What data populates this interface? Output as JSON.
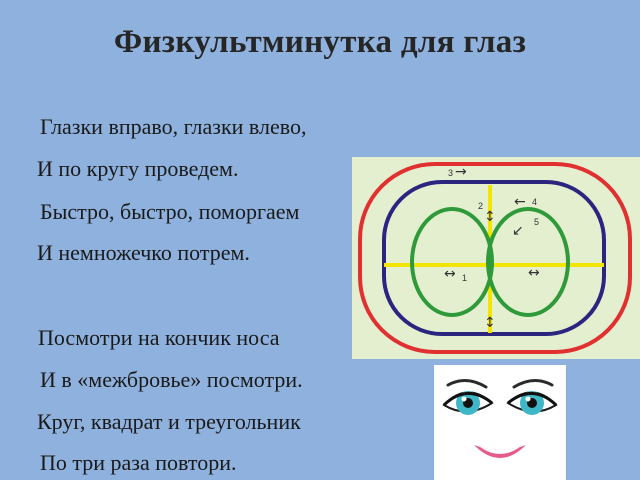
{
  "title": "Физкультминутка для глаз",
  "poem": [
    " Глазки вправо, глазки влево,",
    "И по кругу проведем.",
    " Быстро,  быстро, поморгаем",
    "И немножечко потрем.",
    "Посмотри на кончик носа",
    " И в «межбровье» посмотри.",
    "Круг, квадрат и треугольник",
    " По три раза повтори."
  ],
  "diagram": {
    "labels": [
      "1",
      "2",
      "3",
      "4",
      "5"
    ],
    "arrows": {
      "right_long": "→",
      "left_long": "←",
      "left_right": "↔",
      "up_down": "↕",
      "down_left": "↙"
    }
  },
  "colors": {
    "background": "#8fb1de",
    "diagram_bg": "#e4efd0",
    "red_track": "#e03030",
    "navy_track": "#2b2580",
    "green_eyes": "#2f9a3a",
    "yellow_cross": "#f2e600",
    "iris": "#3fb7c8"
  }
}
